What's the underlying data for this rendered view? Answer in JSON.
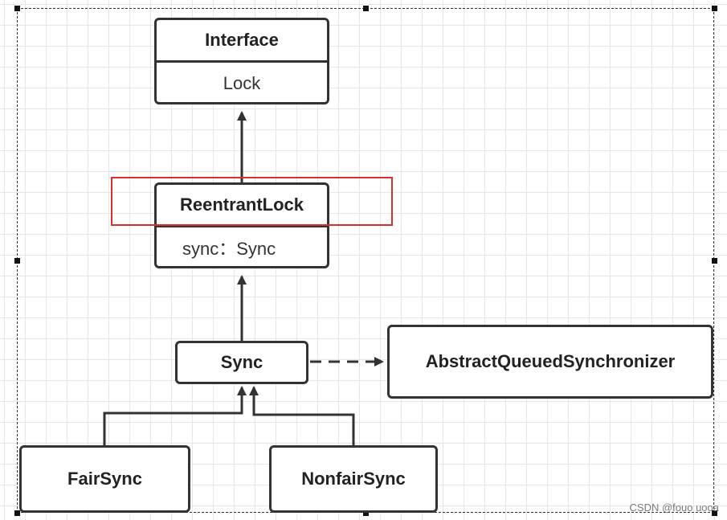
{
  "diagram": {
    "interface_box": {
      "stereotype": "Interface",
      "name": "Lock"
    },
    "reentrant_box": {
      "name": "ReentrantLock",
      "field": "sync：Sync"
    },
    "sync_box": {
      "name": "Sync"
    },
    "aqs_box": {
      "name": "AbstractQueuedSynchronizer"
    },
    "fair_box": {
      "name": "FairSync"
    },
    "nonfair_box": {
      "name": "NonfairSync"
    }
  },
  "colors": {
    "stroke": "#333333",
    "highlight": "#d9302c",
    "grid": "#e6e6e6"
  },
  "watermark": "CSDN @fouo uooa"
}
